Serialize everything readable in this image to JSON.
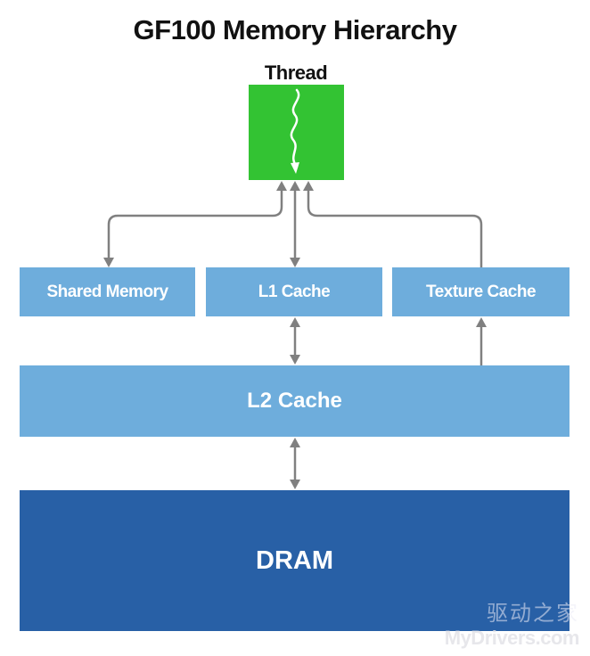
{
  "title": "GF100 Memory Hierarchy",
  "thread": {
    "label": "Thread",
    "color": "#33c333"
  },
  "caches": [
    {
      "id": "shared-memory",
      "label": "Shared Memory"
    },
    {
      "id": "l1-cache",
      "label": "L1 Cache"
    },
    {
      "id": "texture-cache",
      "label": "Texture Cache"
    }
  ],
  "l2": {
    "label": "L2 Cache"
  },
  "dram": {
    "label": "DRAM"
  },
  "colors": {
    "cache": "#6eaddc",
    "dram": "#2860a6",
    "arrow": "#808080",
    "thread": "#33c333"
  },
  "connections": [
    {
      "from": "Thread",
      "to": "Shared Memory",
      "direction": "bidirectional"
    },
    {
      "from": "Thread",
      "to": "L1 Cache",
      "direction": "bidirectional"
    },
    {
      "from": "Texture Cache",
      "to": "Thread",
      "direction": "one-way"
    },
    {
      "from": "L1 Cache",
      "to": "L2 Cache",
      "direction": "bidirectional"
    },
    {
      "from": "L2 Cache",
      "to": "Texture Cache",
      "direction": "one-way"
    },
    {
      "from": "L2 Cache",
      "to": "DRAM",
      "direction": "bidirectional"
    }
  ],
  "watermark": {
    "chinese": "驱动之家",
    "english": "MyDrivers.com"
  }
}
